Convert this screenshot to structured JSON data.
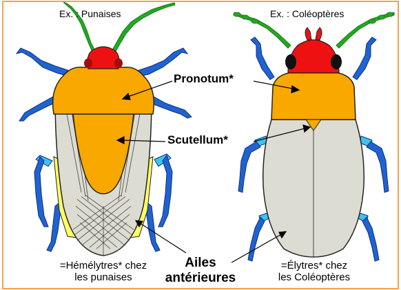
{
  "left_insect": {
    "example": "Ex. : Punaises",
    "caption_line1": "=Hémélytres* chez",
    "caption_line2": "les punaises"
  },
  "right_insect": {
    "example": "Ex. : Coléoptères",
    "caption_line1": "=Élytres* chez",
    "caption_line2": "les Coléoptères"
  },
  "labels": {
    "pronotum": "Pronotum*",
    "scutellum": "Scutellum*",
    "ailes_line1": "Ailes",
    "ailes_line2": "antérieures"
  },
  "colors": {
    "orange": "#f9a800",
    "head_red": "#ee1111",
    "antenna_green": "#22aa22",
    "leg_blue": "#1f63d3",
    "leg_cyan": "#3ec3f0",
    "wing_grey": "#dcdcd2",
    "yellow_edge": "#ffff66",
    "frame": "#f4a24a"
  }
}
